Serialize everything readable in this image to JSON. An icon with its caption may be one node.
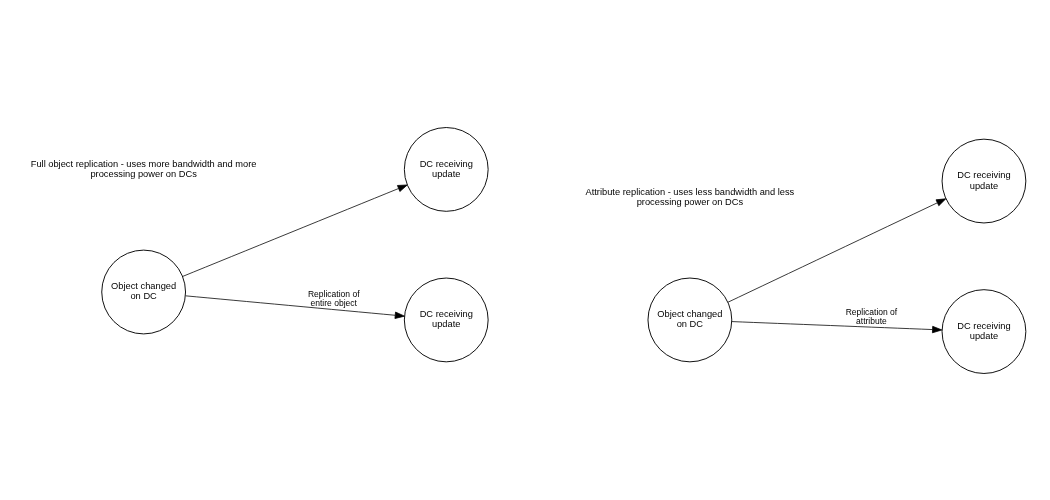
{
  "diagram": {
    "nodes": [
      {
        "text": [
          "Object changed on DC"
        ]
      },
      {
        "text": [
          "DC receiving update"
        ]
      },
      {
        "text": [
          "DC receiving update"
        ]
      },
      {
        "text": [
          "Object changed on DC"
        ]
      },
      {
        "text": [
          "DC receiving update"
        ]
      },
      {
        "text": [
          "DC receiving update"
        ]
      }
    ],
    "edges": [
      {
        "from": 0,
        "to": 1,
        "arrow": "to",
        "label": "Replication of entire object"
      },
      {
        "from": 0,
        "to": 2,
        "arrow": "to"
      },
      {
        "from": 3,
        "to": 4,
        "arrow": "to",
        "label": "Replication of attribute"
      },
      {
        "from": 3,
        "to": 5,
        "arrow": "to"
      }
    ],
    "labels": [
      "Full object replication - uses more bandwidth and more processing power on DCs",
      "Attribute replication - uses less bandwidth and less processing power on DCs"
    ]
  }
}
